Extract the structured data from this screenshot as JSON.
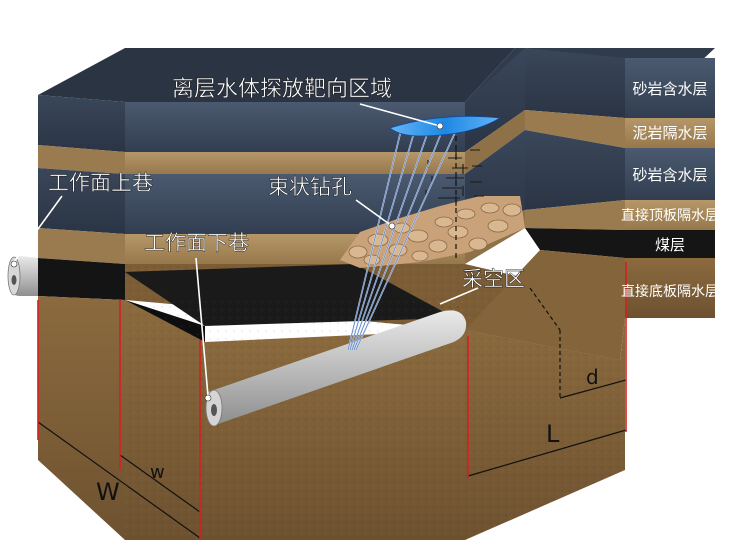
{
  "labels": {
    "target_zone": "离层水体探放靶向区域",
    "bundle_drill": "束状钻孔",
    "upper_roadway": "工作面上巷",
    "lower_roadway": "工作面下巷",
    "goaf": "采空区",
    "dim_W": "W",
    "dim_w": "w",
    "dim_L": "L",
    "dim_d": "d"
  },
  "strata": [
    {
      "name": "砂岩含水层"
    },
    {
      "name": "泥岩隔水层"
    },
    {
      "name": "砂岩含水层"
    },
    {
      "name": "直接顶板隔水层"
    },
    {
      "name": "煤层"
    },
    {
      "name": "直接底板隔水层"
    }
  ],
  "colors": {
    "sandstone": "#3c4a5e",
    "mudstone": "#a88a5a",
    "coal": "#151515",
    "floor": "#7a5a34",
    "dim_line": "#d42020",
    "target_blue": "#2196f3",
    "drill_line": "#c8dcff"
  }
}
